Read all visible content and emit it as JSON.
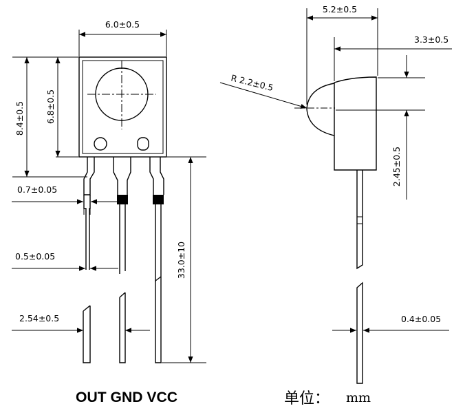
{
  "front_view": {
    "width_dim": "6.0±0.5",
    "body_height_dim": "8.4±0.5",
    "window_height_dim": "6.8±0.5",
    "lead_shoulder_dim": "0.7±0.05",
    "lead_width_dim": "0.5±0.05",
    "pitch_dim": "2.54±0.5",
    "lead_length_dim": "33.0±10",
    "pin_labels": "OUT GND VCC"
  },
  "side_view": {
    "depth_dim": "5.2±0.5",
    "body_depth_dim": "3.3±0.5",
    "radius_dim": "R 2.2±0.5",
    "lens_offset_dim": "2.45±0.5",
    "lead_thickness_dim": "0.4±0.05",
    "unit_label": "单位：",
    "unit_value": "mm"
  }
}
